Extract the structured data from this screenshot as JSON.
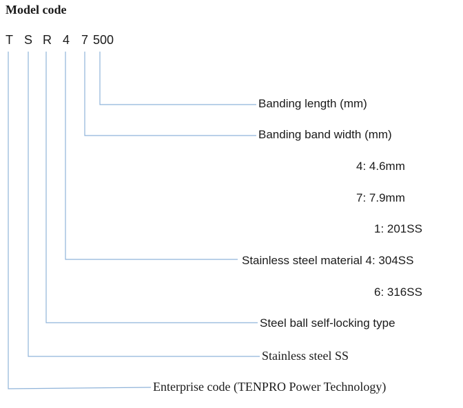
{
  "title": "Model code",
  "code_chars": [
    "T",
    "S",
    "R",
    "4",
    "7",
    "500"
  ],
  "line_color": "#8fb3d9",
  "labels": {
    "banding_length": "Banding length (mm)",
    "banding_width": "Banding band width (mm)",
    "width_opt_4": "4: 4.6mm",
    "width_opt_7": "7: 7.9mm",
    "material_opt_1": "1: 201SS",
    "material": "Stainless steel material 4: 304SS",
    "material_opt_6": "6: 316SS",
    "steel_ball": "Steel ball self-locking type",
    "stainless_ss": "Stainless steel SS",
    "enterprise": "Enterprise code (TENPRO Power Technology)"
  }
}
